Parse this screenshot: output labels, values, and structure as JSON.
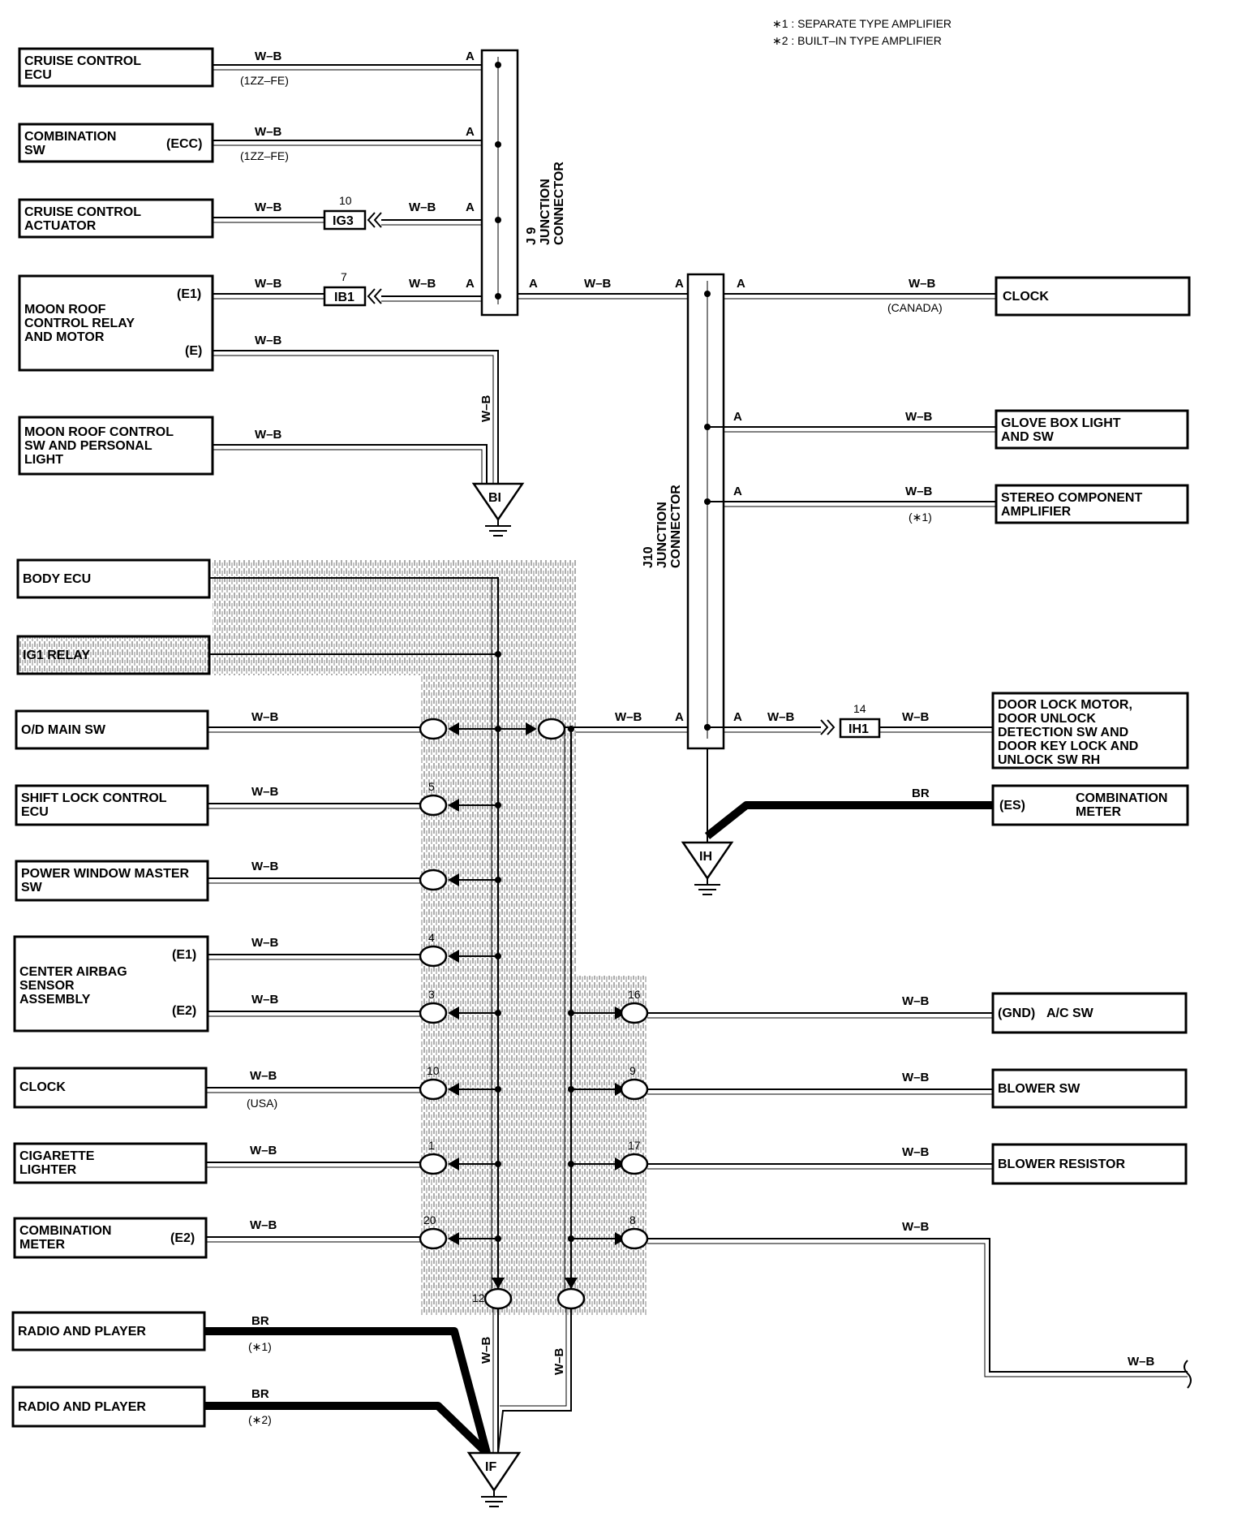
{
  "legend": {
    "note1": "∗1 : SEPARATE TYPE AMPLIFIER",
    "note2": "∗2 : BUILT–IN TYPE AMPLIFIER"
  },
  "components_left": {
    "cruise_ecu": [
      "CRUISE CONTROL",
      "ECU"
    ],
    "combination_sw": [
      "COMBINATION",
      "SW"
    ],
    "combination_sw_pin": "(ECC)",
    "cruise_actuator": [
      "CRUISE CONTROL",
      "ACTUATOR"
    ],
    "moon_relay": [
      "MOON ROOF",
      "CONTROL RELAY",
      "AND MOTOR"
    ],
    "moon_relay_pin1": "(E1)",
    "moon_relay_pin2": "(E)",
    "moon_sw": [
      "MOON ROOF CONTROL",
      "SW AND PERSONAL",
      "LIGHT"
    ],
    "body_ecu": "BODY ECU",
    "ig1_relay": "IG1 RELAY",
    "od_main_sw": "O/D MAIN SW",
    "shift_lock": [
      "SHIFT LOCK CONTROL",
      "ECU"
    ],
    "power_window": [
      "POWER WINDOW MASTER",
      "SW"
    ],
    "airbag": [
      "CENTER AIRBAG",
      "SENSOR",
      "ASSEMBLY"
    ],
    "airbag_pin1": "(E1)",
    "airbag_pin2": "(E2)",
    "clock_usa": "CLOCK",
    "cigarette": [
      "CIGARETTE",
      "LIGHTER"
    ],
    "comb_meter": [
      "COMBINATION",
      "METER"
    ],
    "comb_meter_pin": "(E2)",
    "radio1": "RADIO AND PLAYER",
    "radio2": "RADIO AND PLAYER"
  },
  "components_right": {
    "clock_canada": "CLOCK",
    "glove_box": [
      "GLOVE BOX LIGHT",
      "AND SW"
    ],
    "stereo_amp": [
      "STEREO COMPONENT",
      "AMPLIFIER"
    ],
    "door_lock": [
      "DOOR LOCK MOTOR,",
      "DOOR UNLOCK",
      "DETECTION SW AND",
      "DOOR KEY LOCK AND",
      "UNLOCK SW RH"
    ],
    "comb_meter_es_pin": "(ES)",
    "comb_meter_es": [
      "COMBINATION",
      "METER"
    ],
    "ac_sw_pin": "(GND)",
    "ac_sw": "A/C SW",
    "blower_sw": "BLOWER SW",
    "blower_resistor": "BLOWER RESISTOR"
  },
  "wires": {
    "wb": "W–B",
    "br": "BR",
    "a": "A",
    "note_1zz": "(1ZZ–FE)",
    "note_canada": "(CANADA)",
    "note_usa": "(USA)",
    "note_s1": "(∗1)",
    "note_s2": "(∗2)"
  },
  "connectors": {
    "ig3": "IG3",
    "ig3_pin": "10",
    "ib1": "IB1",
    "ib1_pin": "7",
    "ih1": "IH1",
    "ih1_pin": "14",
    "pin_5": "5",
    "pin_4": "4",
    "pin_3": "3",
    "pin_10": "10",
    "pin_1": "1",
    "pin_20": "20",
    "pin_12": "12",
    "pin_r9": "9",
    "pin_r17": "17",
    "pin_r8": "8",
    "pin_r16": "16"
  },
  "junctions": {
    "j9": [
      "J 9",
      "JUNCTION",
      "CONNECTOR"
    ],
    "j10": [
      "J10",
      "JUNCTION",
      "CONNECTOR"
    ]
  },
  "grounds": {
    "bi": "BI",
    "ih": "IH",
    "if": "IF"
  }
}
